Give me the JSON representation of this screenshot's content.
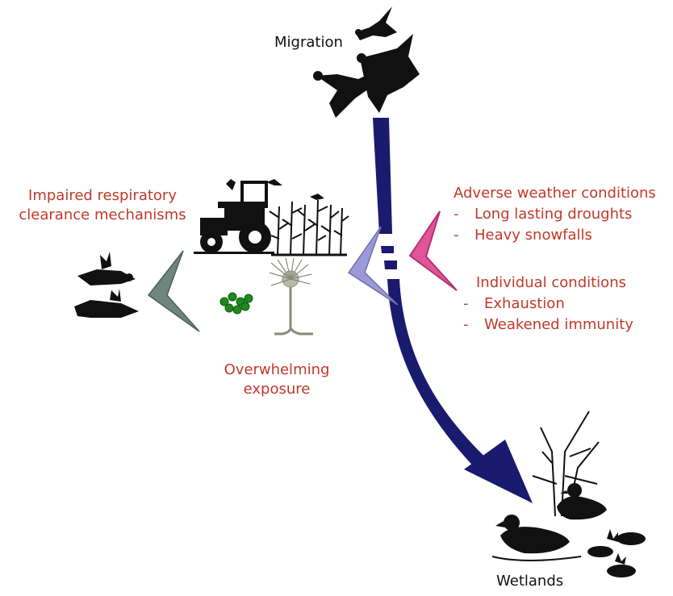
{
  "diagram": {
    "labels": {
      "migration": "Migration",
      "wetlands": "Wetlands",
      "impaired_line1": "Impaired respiratory",
      "impaired_line2": "clearance mechanisms",
      "overwhelming_line1": "Overwhelming",
      "overwhelming_line2": "exposure",
      "adverse_title": "Adverse weather conditions",
      "adverse_items": [
        "Long lasting droughts",
        "Heavy snowfalls"
      ],
      "individual_title": "Individual conditions",
      "individual_items": [
        "Exhaustion",
        "Weakened immunity"
      ],
      "bullet": "-"
    },
    "colors": {
      "text_red": "#c0392b",
      "text_black": "#111111",
      "main_arrow": "#1a1a6e",
      "pink_chevron": "#e0559a",
      "lavender_chevron": "#9a9ad8",
      "gray_chevron": "#6f8580",
      "spores": "#1e8a1e",
      "fungus": "#8a8a7a"
    },
    "icons": [
      "flying-geese-icon",
      "tractor-icon",
      "corn-field-icon",
      "dead-bird-icon",
      "spores-icon",
      "fungus-icon",
      "duck-icon",
      "reed-icon",
      "water-lily-icon"
    ]
  }
}
